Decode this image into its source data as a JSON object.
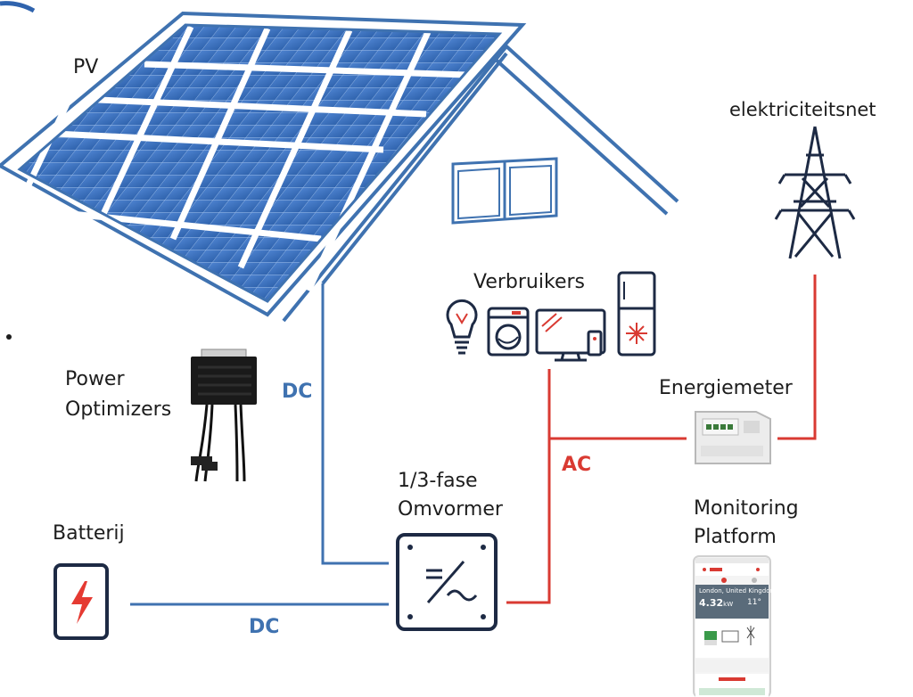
{
  "labels": {
    "pv": "PV",
    "grid": "elektriciteitsnet",
    "consumers": "Verbruikers",
    "optimizers": [
      "Power",
      "Optimizers"
    ],
    "meter": "Energiemeter",
    "inverter": [
      "1/3-fase",
      "Omvormer"
    ],
    "battery": "Batterij",
    "monitoring": [
      "Monitoring",
      "Platform"
    ],
    "dc_label_1": "DC",
    "dc_label_2": "DC",
    "ac_label": "AC"
  },
  "colors": {
    "dc_line": "#3f72b0",
    "ac_line": "#d93a32",
    "panel": "#3c6fbf",
    "outline": "#1d2a44"
  },
  "icons": [
    "solar-panel-icon",
    "transmission-tower-icon",
    "light-bulb-icon",
    "washing-machine-icon",
    "tv-icon",
    "fridge-icon",
    "power-optimizer-icon",
    "energy-meter-icon",
    "inverter-icon",
    "battery-icon",
    "phone-app-icon"
  ],
  "app": {
    "location": "London, United Kingdom",
    "power": "4.32",
    "power_unit": "kW",
    "temperature": "11°"
  }
}
